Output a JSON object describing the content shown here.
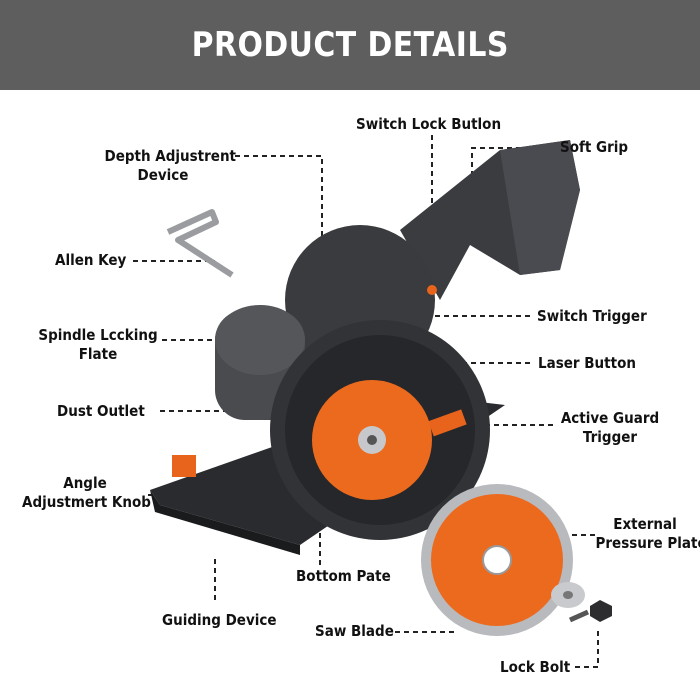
{
  "header": {
    "title": "PRODUCT DETAILS"
  },
  "labels": {
    "switch_lock_button": "Switch Lock Butlon",
    "soft_grip": "Soft Grip",
    "depth_adjustment_1": "Depth Adjustrent",
    "depth_adjustment_2": "Device",
    "allen_key": "Allen Key",
    "switch_trigger": "Switch Trigger",
    "spindle_locking_1": "Spindle Lccking",
    "spindle_locking_2": "Flate",
    "laser_button": "Laser Button",
    "dust_outlet": "Dust Outlet",
    "active_guard_1": "Active Guard",
    "active_guard_2": "Trigger",
    "angle_adjustment_1": "Angle",
    "angle_adjustment_2": "Adjustmert Knob",
    "external_pressure_1": "External",
    "external_pressure_2": "Pressure Plate",
    "bottom_plate": "Bottom Pate",
    "guiding_device": "Guiding Device",
    "saw_blade": "Saw Blade",
    "lock_bolt": "Lock Bolt"
  },
  "colors": {
    "header_bg": "#5e5e5e",
    "tool_body": "#3b3c40",
    "accent_orange": "#e8641c",
    "blade_orange": "#ec6a1e"
  },
  "icons": [
    "circular-saw-icon",
    "allen-key-icon",
    "saw-blade-icon",
    "pressure-plate-icon",
    "lock-bolt-icon"
  ]
}
